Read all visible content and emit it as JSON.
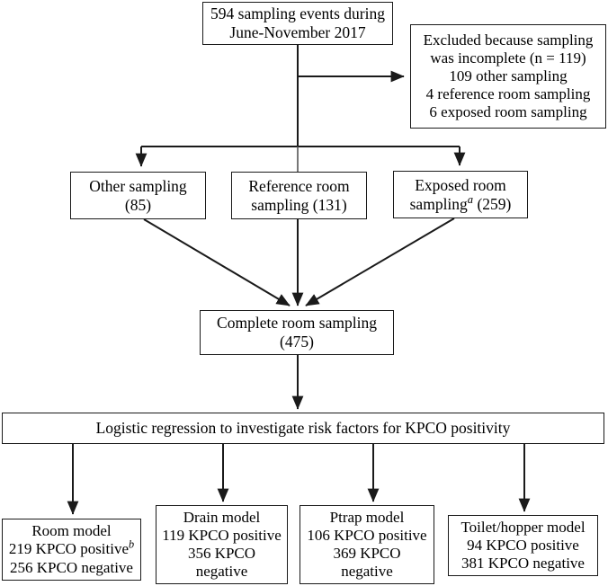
{
  "figure": {
    "type": "flowchart",
    "title": "",
    "orientation": "top-down",
    "style": {
      "box_border": "#1a1a1a",
      "background": "#ffffff",
      "arrow_color": "#1a1a1a"
    }
  },
  "nodes": {
    "total": {
      "name": "total-sampling-events",
      "lines": [
        "594 sampling events during",
        "June-November 2017"
      ],
      "count": 594,
      "period": "June-November 2017"
    },
    "excluded": {
      "name": "excluded-incomplete",
      "lines": [
        "Excluded because sampling",
        "was incomplete (n = 119)",
        "109 other sampling",
        "4 reference room sampling",
        "6 exposed room sampling"
      ],
      "n": 119,
      "breakdown": {
        "other_sampling": 109,
        "reference_room_sampling": 4,
        "exposed_room_sampling": 6
      }
    },
    "other": {
      "name": "other-sampling",
      "lines": [
        "Other sampling",
        "(85)"
      ],
      "count": 85
    },
    "reference": {
      "name": "reference-room-sampling",
      "lines": [
        "Reference room",
        "sampling (131)"
      ],
      "count": 131
    },
    "exposed": {
      "name": "exposed-room-sampling",
      "line1": "Exposed room",
      "line2_pre": "sampling",
      "line2_sup": "a",
      "line2_post": " (259)",
      "count": 259,
      "footnote_marker": "a"
    },
    "complete": {
      "name": "complete-room-sampling",
      "lines": [
        "Complete room sampling",
        "(475)"
      ],
      "count": 475
    },
    "logistic": {
      "name": "logistic-regression",
      "label": "Logistic regression to investigate risk factors for KPCO positivity"
    },
    "room_model": {
      "name": "room-model",
      "line1": "Room model",
      "line2_pre": "219 KPCO positive",
      "line2_sup": "b",
      "line3": "256 KPCO negative",
      "positive": 219,
      "negative": 256,
      "footnote_marker": "b"
    },
    "drain_model": {
      "name": "drain-model",
      "lines": [
        "Drain model",
        "119 KPCO positive",
        "356 KPCO",
        "negative"
      ],
      "positive": 119,
      "negative": 356
    },
    "ptrap_model": {
      "name": "ptrap-model",
      "lines": [
        "Ptrap model",
        "106 KPCO positive",
        "369 KPCO",
        "negative"
      ],
      "positive": 106,
      "negative": 369
    },
    "toilet_model": {
      "name": "toilet-hopper-model",
      "lines": [
        "Toilet/hopper model",
        "94 KPCO positive",
        "381 KPCO negative"
      ],
      "positive": 94,
      "negative": 381
    }
  },
  "edges": [
    {
      "from": "total",
      "to": "excluded",
      "style": "elbow-right-arrow"
    },
    {
      "from": "total",
      "to": "other",
      "style": "elbow-left-arrow"
    },
    {
      "from": "total",
      "to": "reference",
      "style": "straight-down"
    },
    {
      "from": "total",
      "to": "exposed",
      "style": "elbow-right-arrow"
    },
    {
      "from": "other",
      "to": "complete",
      "style": "diagonal-arrow"
    },
    {
      "from": "reference",
      "to": "complete",
      "style": "straight-down-arrow"
    },
    {
      "from": "exposed",
      "to": "complete",
      "style": "diagonal-arrow"
    },
    {
      "from": "complete",
      "to": "logistic",
      "style": "straight-down-arrow"
    },
    {
      "from": "logistic",
      "to": "room_model",
      "style": "straight-down-arrow"
    },
    {
      "from": "logistic",
      "to": "drain_model",
      "style": "straight-down-arrow"
    },
    {
      "from": "logistic",
      "to": "ptrap_model",
      "style": "straight-down-arrow"
    },
    {
      "from": "logistic",
      "to": "toilet_model",
      "style": "straight-down-arrow"
    }
  ]
}
